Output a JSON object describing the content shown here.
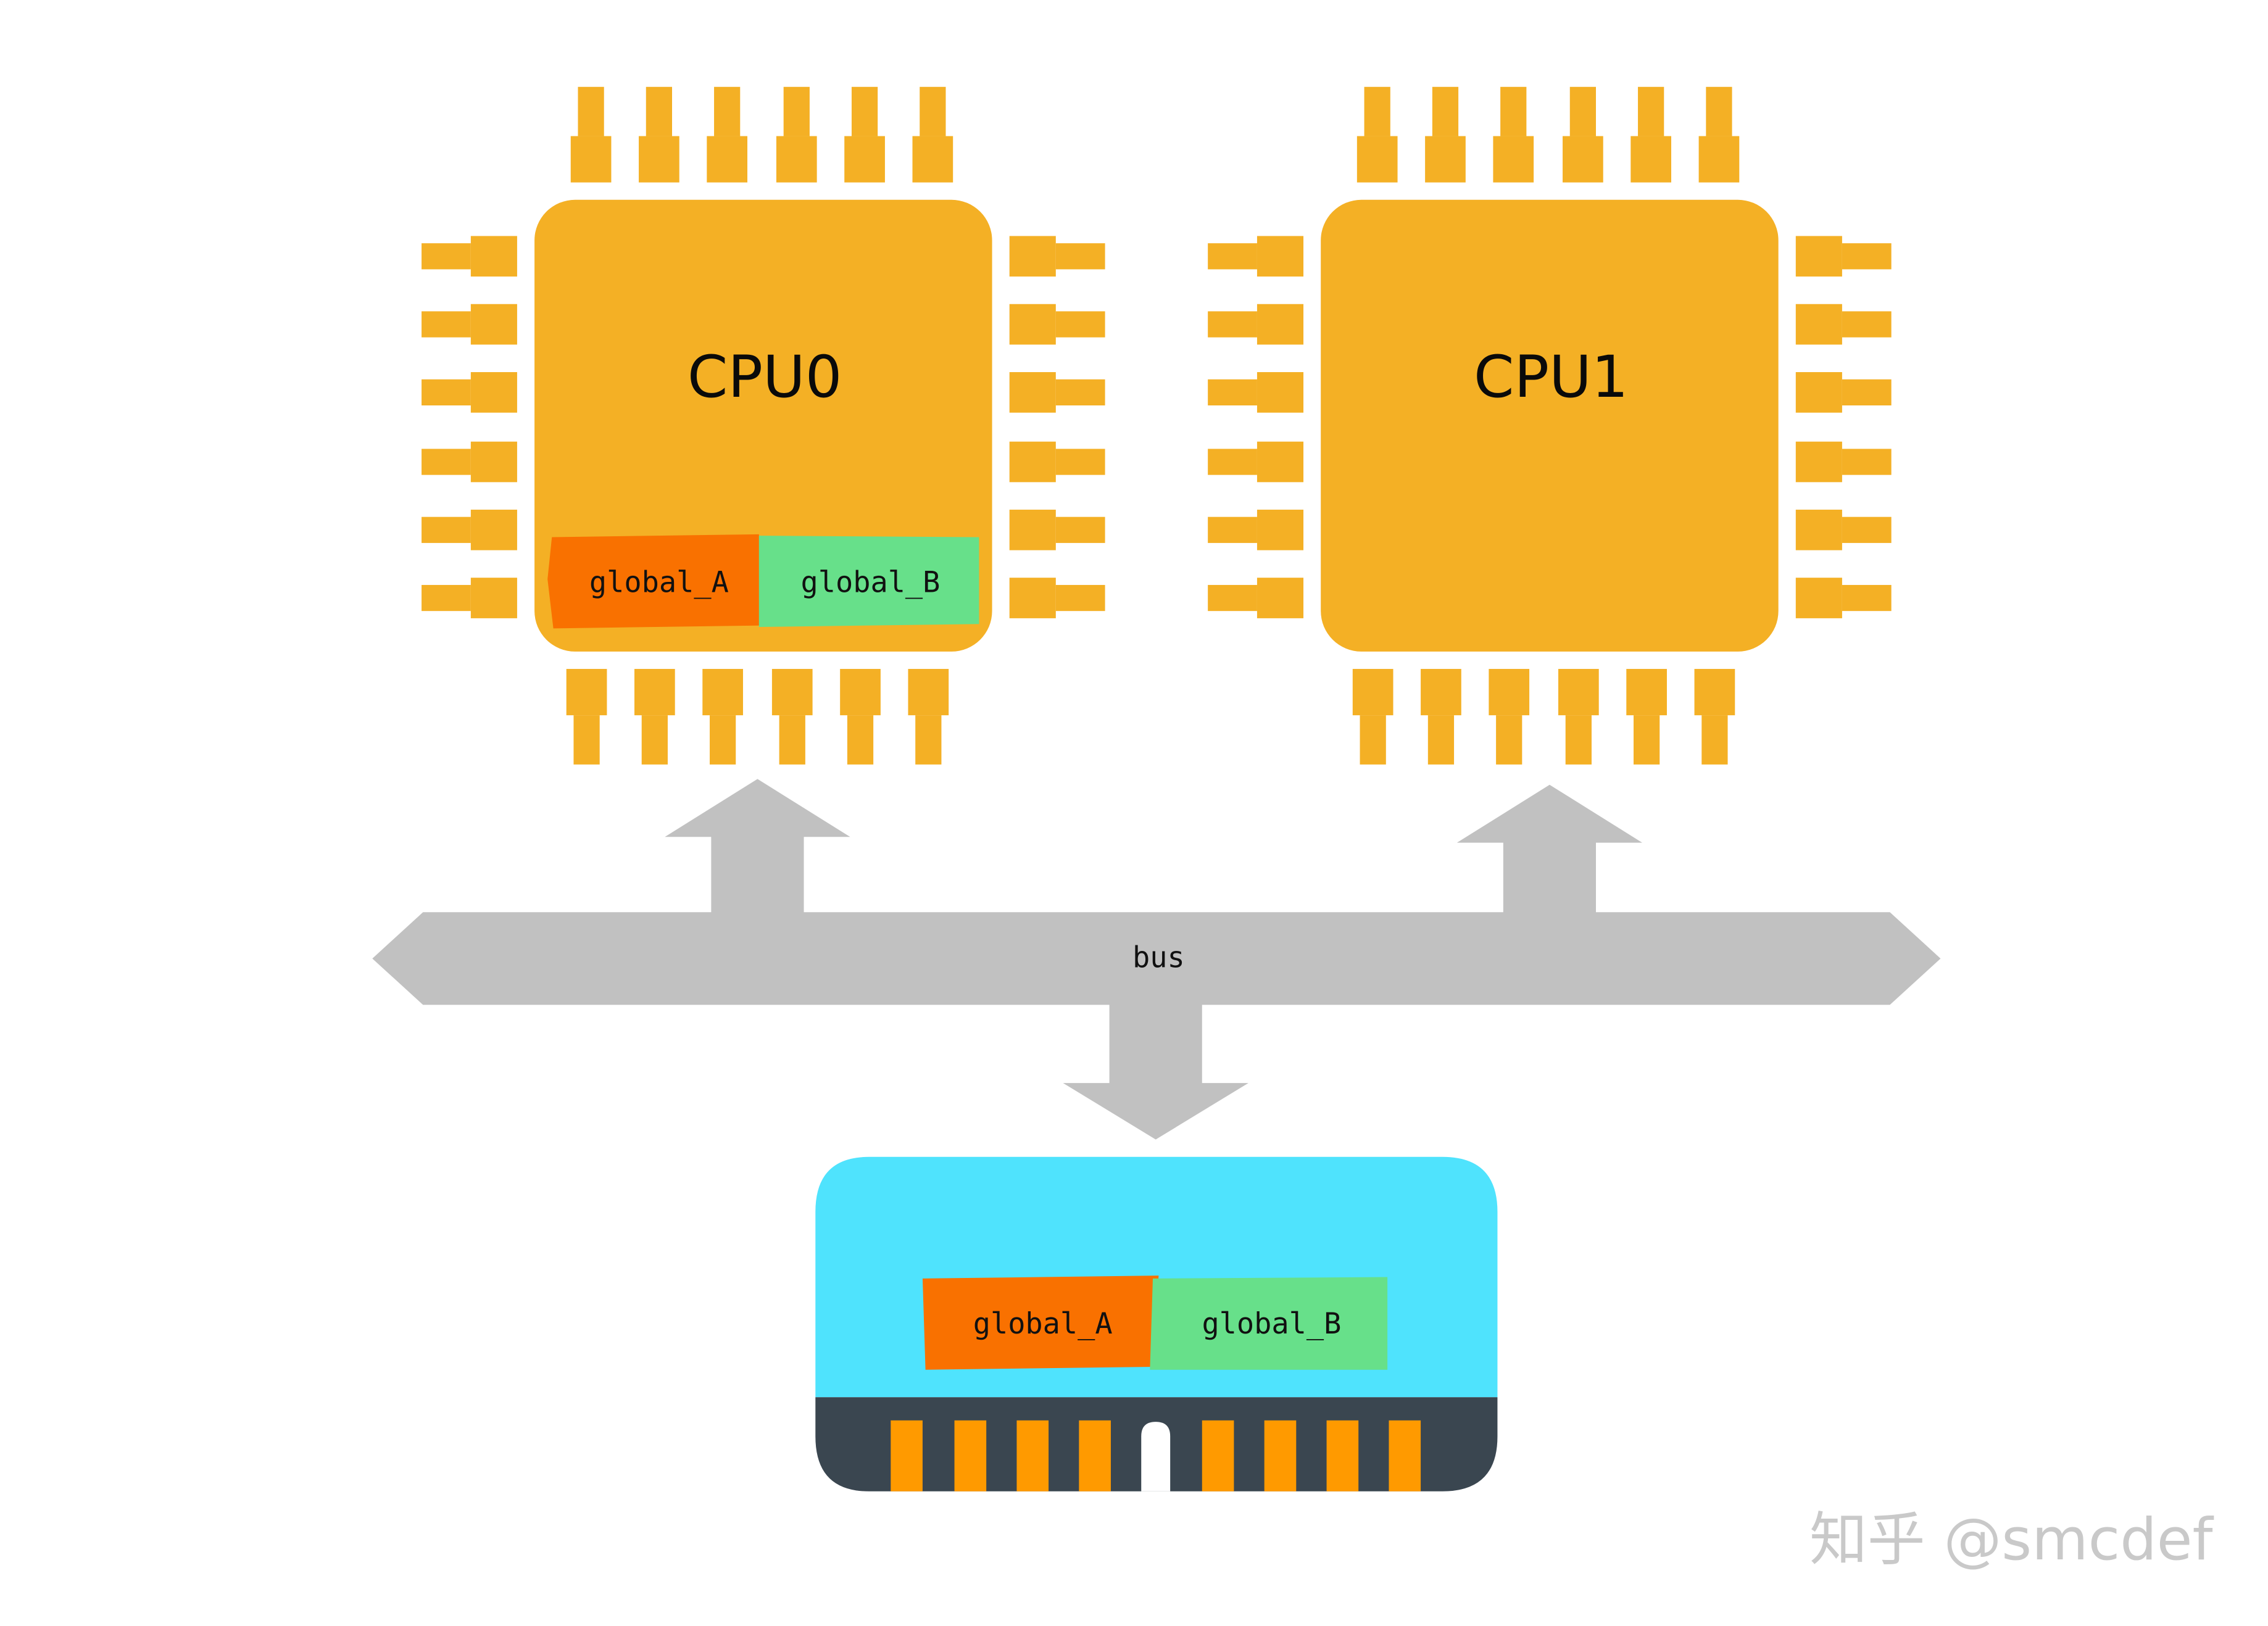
{
  "colors": {
    "chip_body": "#f4b025",
    "chip_pin": "#f4b025",
    "bus_fill": "#c1c1c1",
    "global_a": "#f97100",
    "global_b": "#67e08a",
    "memory_body": "#4fe3fd",
    "memory_base": "#3a4650",
    "memory_contact": "#ff9a00",
    "watermark": "#c9c9c9"
  },
  "cpus": [
    {
      "name": "CPU0",
      "variables": [
        "global_A",
        "global_B"
      ]
    },
    {
      "name": "CPU1",
      "variables": []
    }
  ],
  "bus": {
    "label": "bus"
  },
  "memory": {
    "variables": [
      "global_A",
      "global_B"
    ]
  },
  "watermark": {
    "text": "知乎 @smcdef"
  }
}
